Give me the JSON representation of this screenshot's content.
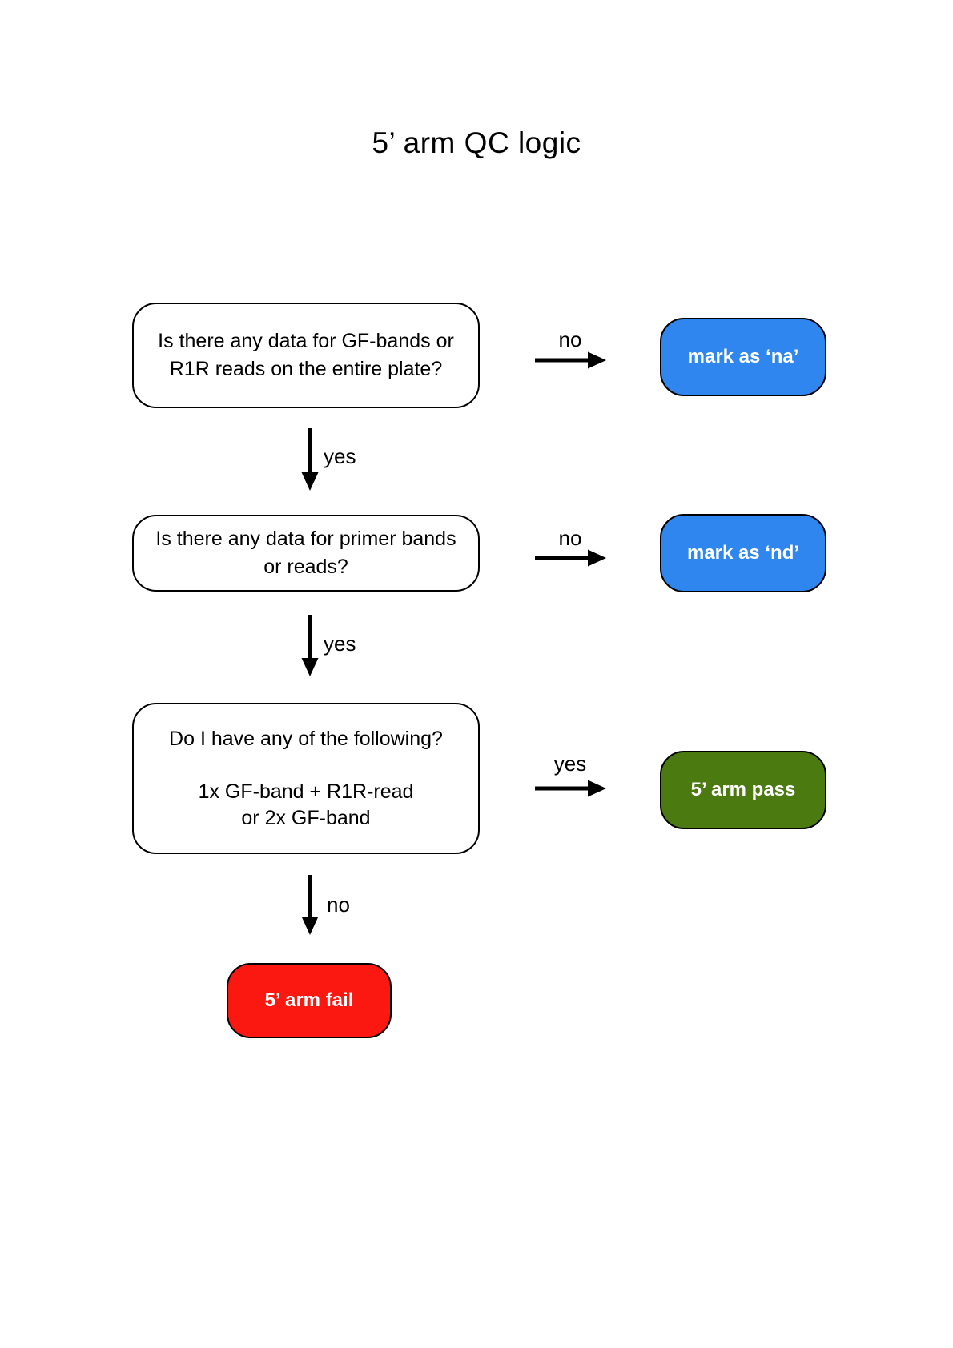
{
  "title": "5’ arm QC logic",
  "nodes": {
    "q1": {
      "lines": [
        "Is there any data for GF-bands or",
        "R1R reads on the entire plate?"
      ]
    },
    "q2": {
      "lines": [
        "Is there any data for primer bands",
        "or reads?"
      ]
    },
    "q3": {
      "question": "Do I have any of the following?",
      "options": [
        "1x GF-band + R1R-read",
        "or 2x GF-band"
      ]
    },
    "na": {
      "label": "mark as ‘na’",
      "color": "#2E86EE"
    },
    "nd": {
      "label": "mark as ‘nd’",
      "color": "#2E86EE"
    },
    "pass": {
      "label": "5’ arm pass",
      "color": "#4A7A10"
    },
    "fail": {
      "label": "5’ arm fail",
      "color": "#FB1810"
    }
  },
  "edges": {
    "q1_no": {
      "label": "no"
    },
    "q1_yes": {
      "label": "yes"
    },
    "q2_no": {
      "label": "no"
    },
    "q2_yes": {
      "label": "yes"
    },
    "q3_yes": {
      "label": "yes"
    },
    "q3_no": {
      "label": "no"
    }
  },
  "colors": {
    "stroke": "#000000",
    "background": "#ffffff",
    "blue": "#2E86EE",
    "green": "#4A7A10",
    "red": "#FB1810"
  }
}
